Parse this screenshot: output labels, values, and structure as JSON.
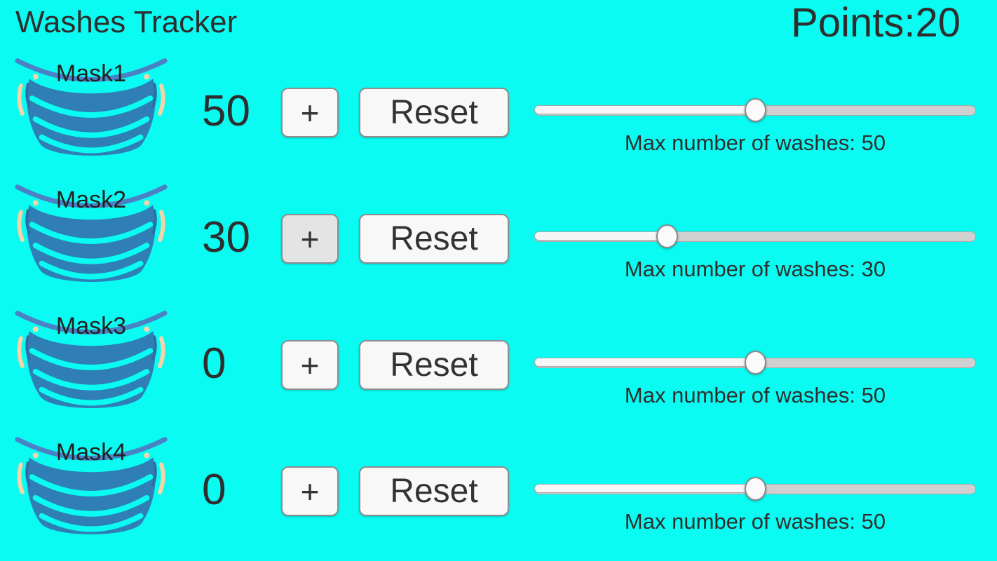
{
  "app": {
    "title": "Washes Tracker",
    "points_label": "Points:",
    "points_value": "20"
  },
  "colors": {
    "background": "#0AFBF2",
    "text": "#2E2E2E",
    "mask_body": "#2F7EB5",
    "mask_strap": "#4A82C6",
    "mask_pleat": "#0AFBF2",
    "mask_ear": "#F4D4A8",
    "button_bg": "#F8F8F8",
    "button_bg_pressed": "#E4E4E4",
    "slider_track": "#D0D0D0",
    "slider_fill": "#F6F6F6",
    "slider_thumb": "#FBFBFB"
  },
  "icons": {
    "mask": "face-mask-icon"
  },
  "rows": [
    {
      "mask_label": "Mask1",
      "count": "50",
      "plus_label": "+",
      "plus_pressed": false,
      "reset_label": "Reset",
      "slider_min": 0,
      "slider_max": 100,
      "slider_value": 50,
      "max_washes_label": "Max number of washes: 50"
    },
    {
      "mask_label": "Mask2",
      "count": "30",
      "plus_label": "+",
      "plus_pressed": true,
      "reset_label": "Reset",
      "slider_min": 0,
      "slider_max": 100,
      "slider_value": 30,
      "max_washes_label": "Max number of washes: 30"
    },
    {
      "mask_label": "Mask3",
      "count": "0",
      "plus_label": "+",
      "plus_pressed": false,
      "reset_label": "Reset",
      "slider_min": 0,
      "slider_max": 100,
      "slider_value": 50,
      "max_washes_label": "Max number of washes: 50"
    },
    {
      "mask_label": "Mask4",
      "count": "0",
      "plus_label": "+",
      "plus_pressed": false,
      "reset_label": "Reset",
      "slider_min": 0,
      "slider_max": 100,
      "slider_value": 50,
      "max_washes_label": "Max number of washes: 50"
    }
  ]
}
